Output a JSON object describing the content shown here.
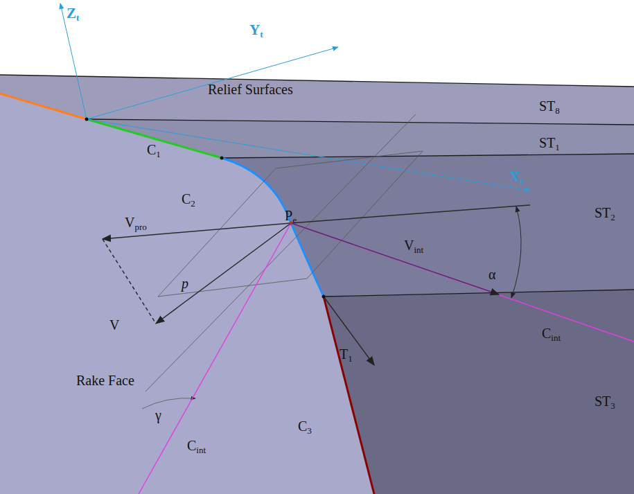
{
  "diagram": {
    "labels": [
      "Zt",
      "Yt",
      "Relief Surfaces",
      "ST8",
      "C1",
      "ST1",
      "C2",
      "Xt",
      "Pe",
      "ST2",
      "Vpro",
      "Vint",
      "α",
      "Cint",
      "p",
      "V",
      "T1",
      "Rake Face",
      "γ",
      "Cint",
      "C3",
      "ST3"
    ]
  }
}
